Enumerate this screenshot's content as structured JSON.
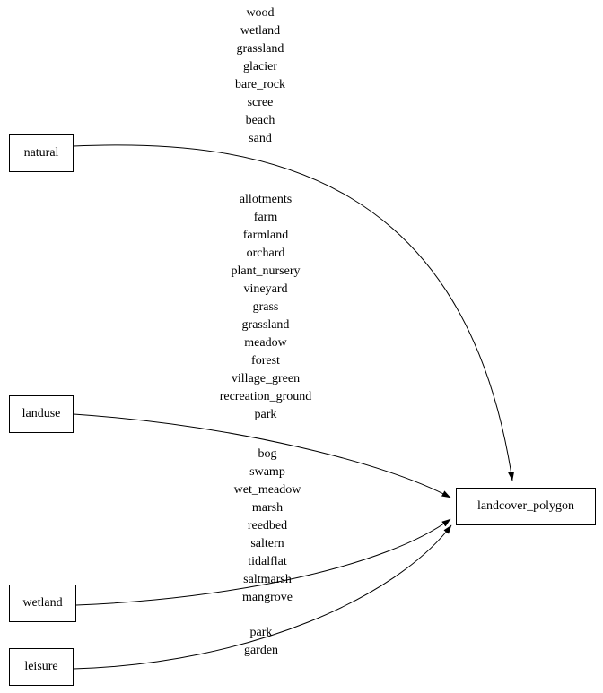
{
  "diagram": {
    "type": "graph",
    "background": "#ffffff",
    "stroke_color": "#000000",
    "nodes": {
      "natural": {
        "label": "natural"
      },
      "landuse": {
        "label": "landuse"
      },
      "wetland": {
        "label": "wetland"
      },
      "leisure": {
        "label": "leisure"
      },
      "landcover_polygon": {
        "label": "landcover_polygon"
      }
    },
    "edges": [
      {
        "from": "natural",
        "to": "landcover_polygon",
        "labels": [
          "wood",
          "wetland",
          "grassland",
          "glacier",
          "bare_rock",
          "scree",
          "beach",
          "sand"
        ]
      },
      {
        "from": "landuse",
        "to": "landcover_polygon",
        "labels": [
          "allotments",
          "farm",
          "farmland",
          "orchard",
          "plant_nursery",
          "vineyard",
          "grass",
          "grassland",
          "meadow",
          "forest",
          "village_green",
          "recreation_ground",
          "park"
        ]
      },
      {
        "from": "wetland",
        "to": "landcover_polygon",
        "labels": [
          "bog",
          "swamp",
          "wet_meadow",
          "marsh",
          "reedbed",
          "saltern",
          "tidalflat",
          "saltmarsh",
          "mangrove"
        ]
      },
      {
        "from": "leisure",
        "to": "landcover_polygon",
        "labels": [
          "park",
          "garden"
        ]
      }
    ]
  }
}
